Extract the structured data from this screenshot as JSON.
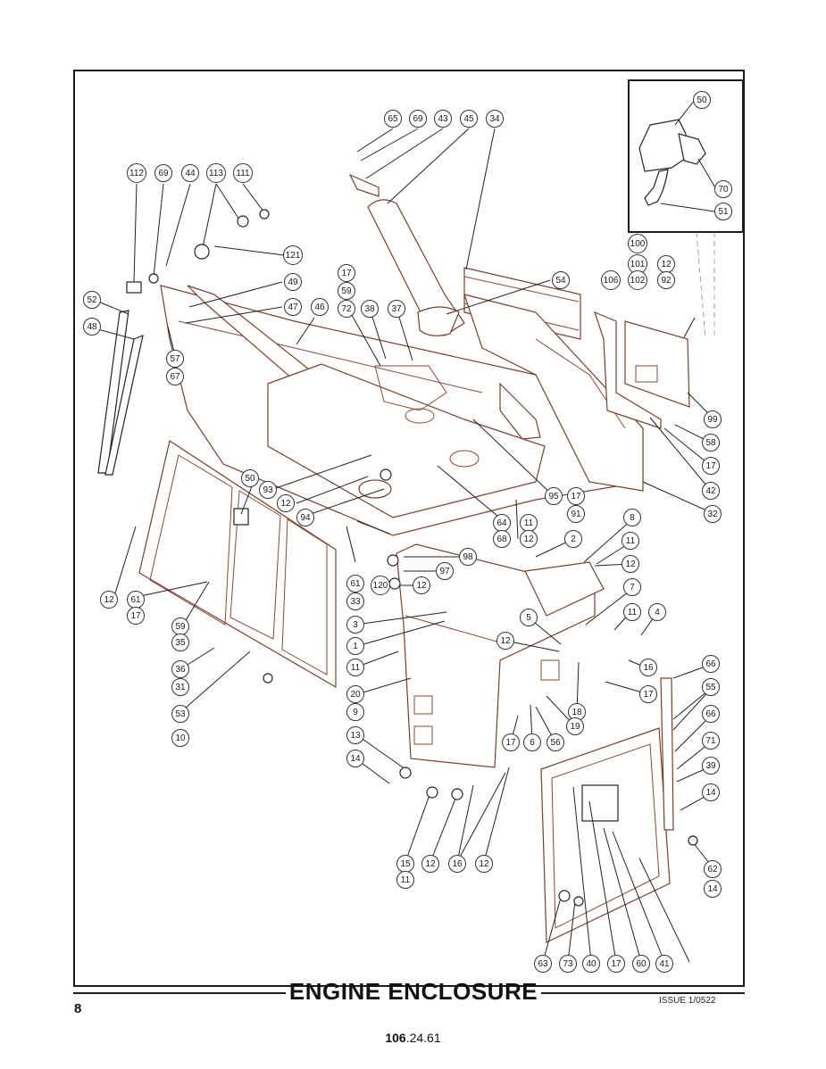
{
  "section_title": "ENGINE ENCLOSURE",
  "page_number": "8",
  "issue": "ISSUE 1/0522",
  "doc_code": {
    "bold": "106",
    "rest": ".24.61"
  },
  "callouts": [
    "65",
    "69",
    "43",
    "45",
    "34",
    "50",
    "70",
    "51",
    "112",
    "69",
    "44",
    "113",
    "111",
    "121",
    "100",
    "101",
    "102",
    "12",
    "92",
    "106",
    "54",
    "17",
    "59",
    "72",
    "38",
    "37",
    "49",
    "47",
    "46",
    "52",
    "48",
    "57",
    "67",
    "99",
    "58",
    "17",
    "42",
    "32",
    "50",
    "93",
    "12",
    "94",
    "64",
    "68",
    "11",
    "12",
    "95",
    "17",
    "91",
    "8",
    "2",
    "11",
    "12",
    "98",
    "97",
    "12",
    "61",
    "33",
    "120",
    "12",
    "61",
    "17",
    "59",
    "35",
    "36",
    "31",
    "53",
    "10",
    "3",
    "1",
    "11",
    "20",
    "9",
    "7",
    "11",
    "4",
    "5",
    "12",
    "16",
    "17",
    "18",
    "19",
    "17",
    "6",
    "56",
    "66",
    "55",
    "66",
    "71",
    "39",
    "14",
    "13",
    "14",
    "15",
    "11",
    "12",
    "16",
    "12",
    "62",
    "14",
    "63",
    "73",
    "40",
    "17",
    "60",
    "41"
  ]
}
